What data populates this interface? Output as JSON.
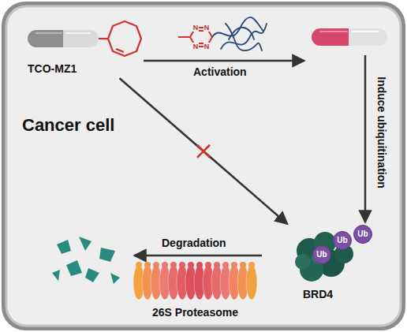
{
  "diagram": {
    "nodes": [
      {
        "text": [
          "Cancer cell"
        ]
      },
      {
        "text": [
          "TCO-MZ1"
        ],
        "in": 0
      },
      {
        "text": [
          "26S Proteasome"
        ],
        "in": 0
      },
      {
        "text": [
          "BRD4"
        ],
        "in": 0
      },
      {
        "text": [
          "Ub"
        ],
        "in": 3
      },
      {
        "text": [
          "Ub"
        ],
        "in": 3
      },
      {
        "text": [
          "Ub"
        ],
        "in": 3
      }
    ],
    "edges": [
      {
        "from": 1,
        "to": 3,
        "arrow": "to"
      }
    ],
    "labels": [
      "Activation",
      "Induce ubiquitination",
      "Degradation",
      "N",
      "N",
      "N",
      "N"
    ]
  }
}
